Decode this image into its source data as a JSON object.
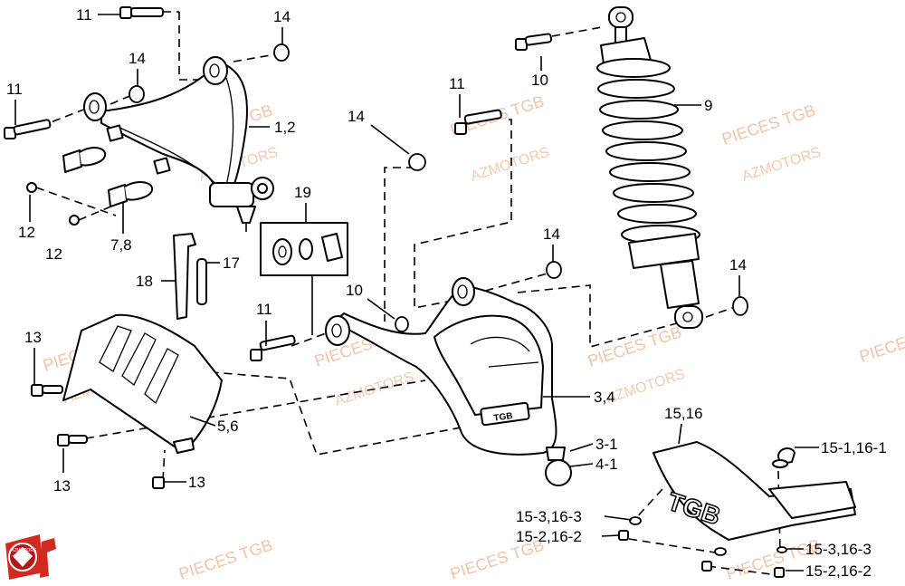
{
  "diagram": {
    "callouts": [
      "11",
      "14",
      "14",
      "11",
      "1,2",
      "12",
      "12",
      "7,8",
      "19",
      "18",
      "17",
      "14",
      "11",
      "10",
      "9",
      "14",
      "10",
      "11",
      "14",
      "13",
      "3,4",
      "13",
      "5,6",
      "13",
      "15,16",
      "3-1",
      "4-1",
      "15-1,16-1",
      "15-3,16-3",
      "15-2,16-2",
      "15-3,16-3",
      "15-2,16-2"
    ],
    "watermarks": {
      "pieces": "PIECES TGB",
      "azmotors": "AZMOTORS"
    },
    "logo_text": "AZMOTORS",
    "skid_plate_text": "TGB",
    "arm_label_text": "TGB"
  }
}
